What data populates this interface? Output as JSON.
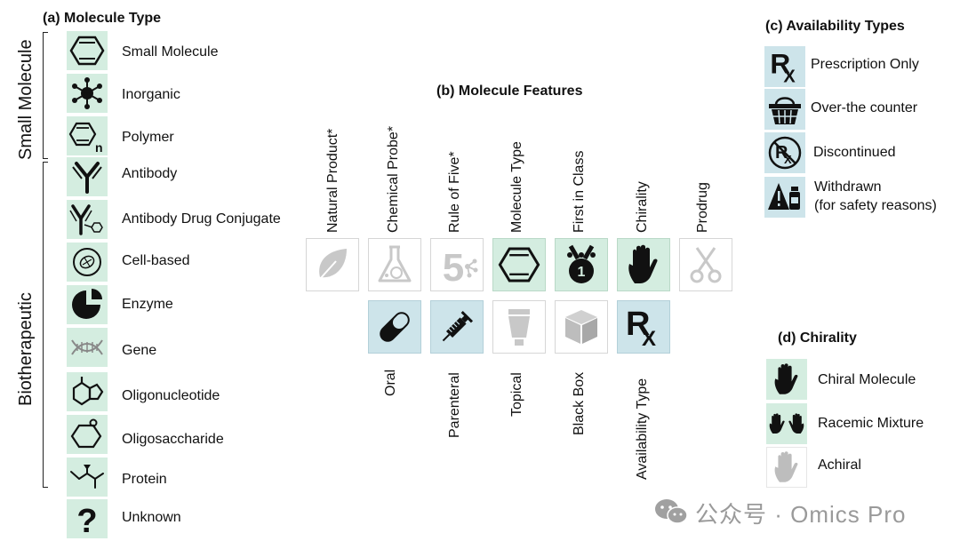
{
  "panel_a": {
    "title": "(a) Molecule Type",
    "group_small": "Small Molecule",
    "group_bio": "Biotherapeutic",
    "items": [
      {
        "label": "Small Molecule",
        "icon": "benzene-icon"
      },
      {
        "label": "Inorganic",
        "icon": "inorganic-icon"
      },
      {
        "label": "Polymer",
        "icon": "polymer-icon"
      },
      {
        "label": "Antibody",
        "icon": "antibody-icon"
      },
      {
        "label": "Antibody Drug Conjugate",
        "icon": "adc-icon"
      },
      {
        "label": "Cell-based",
        "icon": "cell-icon"
      },
      {
        "label": "Enzyme",
        "icon": "enzyme-icon"
      },
      {
        "label": "Gene",
        "icon": "gene-icon"
      },
      {
        "label": "Oligonucleotide",
        "icon": "oligonucleotide-icon"
      },
      {
        "label": "Oligosaccharide",
        "icon": "oligosaccharide-icon"
      },
      {
        "label": "Protein",
        "icon": "protein-icon"
      },
      {
        "label": "Unknown",
        "icon": "question-icon"
      }
    ]
  },
  "panel_b": {
    "title": "(b) Molecule Features",
    "top_labels": [
      "Natural Product*",
      "Chemical Probe*",
      "Rule of Five*",
      "Molecule Type",
      "First in Class",
      "Chirality",
      "Prodrug"
    ],
    "bottom_labels": [
      "Oral",
      "Parenteral",
      "Topical",
      "Black Box",
      "Availability Type"
    ],
    "polymer_sub": "n",
    "rx_text": "R",
    "rx_sub": "X",
    "five_text": "5",
    "medal_text": "1",
    "question_text": "?"
  },
  "panel_c": {
    "title": "(c) Availability Types",
    "items": [
      {
        "label": "Prescription Only",
        "icon": "rx-icon"
      },
      {
        "label": "Over-the counter",
        "icon": "basket-icon"
      },
      {
        "label": "Discontinued",
        "icon": "discontinued-rx-icon"
      },
      {
        "label": "Withdrawn",
        "label2": "(for safety reasons)",
        "icon": "warning-bottle-icon"
      }
    ]
  },
  "panel_d": {
    "title": "(d) Chirality",
    "items": [
      {
        "label": "Chiral Molecule",
        "icon": "hand-icon"
      },
      {
        "label": "Racemic Mixture",
        "icon": "two-hands-icon"
      },
      {
        "label": "Achiral",
        "icon": "grey-hand-icon"
      }
    ]
  },
  "watermark": "公众号 · Omics Pro",
  "colors": {
    "green": "#d4ede0",
    "blue": "#cde4ea",
    "grey_icon": "#bdbdbd"
  }
}
